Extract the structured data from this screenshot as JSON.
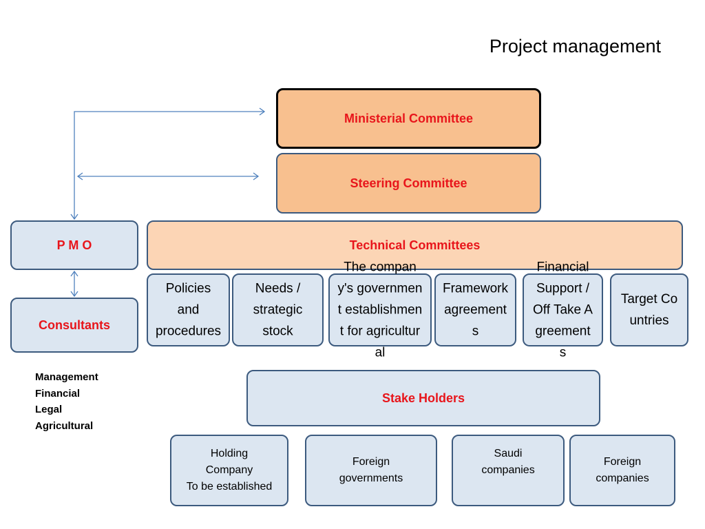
{
  "title": "Project management",
  "diagram": {
    "ministerial": "Ministerial Committee",
    "steering": "Steering Committee",
    "pmo": "P M O",
    "consultants": "Consultants",
    "technical": "Technical Committees",
    "technical_subs": [
      "Policies and procedures",
      "Needs / strategic stock",
      "The company's government establishment for agricultural",
      "Framework agreements",
      "Financial Support / Off Take Agreements",
      "Target Countries"
    ],
    "consultant_areas": [
      "Management",
      "Financial",
      "Legal",
      "Agricultural"
    ],
    "stakeholders": "Stake Holders",
    "stakeholder_groups": [
      [
        "Holding",
        "Company",
        "To be established"
      ],
      [
        "Foreign",
        "governments"
      ],
      [
        "Saudi",
        "companies"
      ],
      [
        "Foreign",
        "companies"
      ]
    ]
  },
  "colors": {
    "orange": "#f8c08f",
    "light_orange": "#fcd5b5",
    "blue_fill": "#dce6f1",
    "border": "#3c5a7e",
    "accent_red": "#e8151b",
    "connector": "#4f81bd"
  }
}
